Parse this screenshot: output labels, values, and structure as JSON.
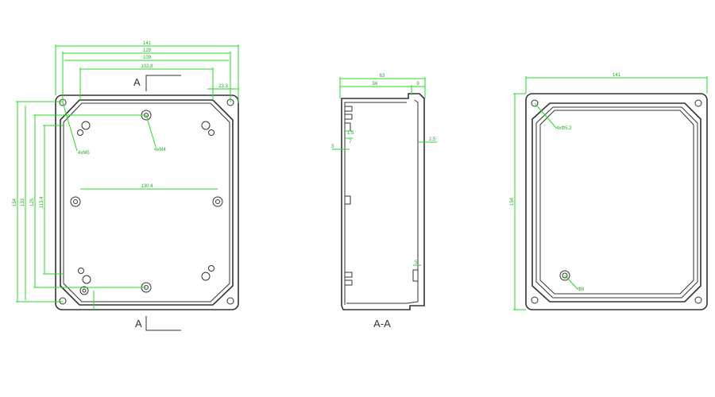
{
  "front_view": {
    "dims_top": [
      "141",
      "129",
      "109",
      "102.8",
      "23.3"
    ],
    "dims_left": [
      "154",
      "133",
      "125",
      "113.4"
    ],
    "dim_holes": "130.4",
    "callout_corner": "4xM5",
    "callout_boss": "4xM4",
    "section_marker": "A"
  },
  "side_view": {
    "dims": [
      "63",
      "56",
      "9",
      "1.5",
      "7",
      "3",
      "2.5",
      "5"
    ],
    "label": "A-A"
  },
  "back_view": {
    "dim_width": "141",
    "dim_height": "154",
    "callout_corner": "4xΦ5.2",
    "callout_hole": "Φ8"
  }
}
